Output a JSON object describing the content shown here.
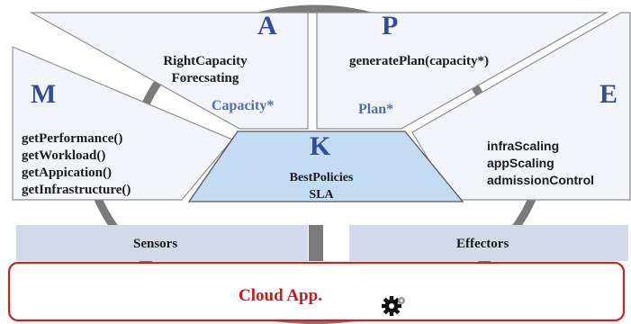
{
  "phases": {
    "monitor": {
      "letter": "M",
      "methods": [
        "getPerformance()",
        "getWorkload()",
        "getAppication()",
        "getInfrastructure()"
      ]
    },
    "analyze": {
      "letter": "A",
      "lines": [
        "RightCapacity",
        "Forecsating"
      ],
      "output": "Capacity*"
    },
    "plan": {
      "letter": "P",
      "method": "generatePlan(capacity*)",
      "output": "Plan*"
    },
    "execute": {
      "letter": "E",
      "methods": [
        "infraScaling",
        "appScaling",
        "admissionControl"
      ]
    },
    "knowledge": {
      "letter": "K",
      "lines": [
        "BestPolicies",
        "SLA"
      ]
    }
  },
  "sensors": {
    "label": "Sensors"
  },
  "effectors": {
    "label": "Effectors"
  },
  "cloud_app": {
    "label": "Cloud App.",
    "icon": "gear-icon"
  },
  "colors": {
    "panel_fill": "#f2f4f9",
    "knowledge_fill": "#c3dcf3",
    "bar_fill": "#d4d9e9",
    "arc": "#777777",
    "cloud_border": "#d02020",
    "letter": "#2f4f9a",
    "accent_text": "#4c6fb4"
  }
}
